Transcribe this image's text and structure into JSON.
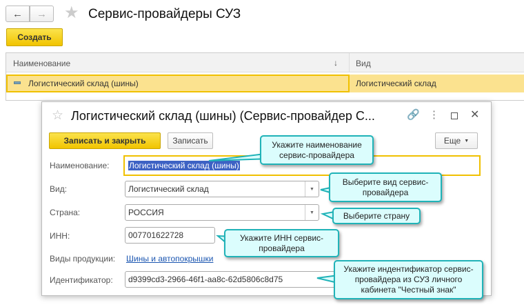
{
  "page": {
    "title": "Сервис-провайдеры СУЗ",
    "create_label": "Создать"
  },
  "table": {
    "columns": [
      "Наименование",
      "Вид"
    ],
    "sort_indicator": "↓",
    "rows": [
      {
        "name": "Логистический склад (шины)",
        "kind": "Логистический склад"
      }
    ]
  },
  "dialog": {
    "title": "Логистический склад (шины) (Сервис-провайдер С...",
    "save_close_label": "Записать и закрыть",
    "save_label": "Записать",
    "more_label": "Еще",
    "fields": {
      "name_label": "Наименование:",
      "name_value": "Логистический склад (шины)",
      "kind_label": "Вид:",
      "kind_value": "Логистический склад",
      "country_label": "Страна:",
      "country_value": "РОССИЯ",
      "inn_label": "ИНН:",
      "inn_value": "007701622728",
      "products_label": "Виды продукции:",
      "products_link": "Шины и автопокрышки",
      "id_label": "Идентификатор:",
      "id_value": "d9399cd3-2966-46f1-aa8c-62d5806c8d75"
    }
  },
  "callouts": [
    "Укажите наименование сервис-провайдера",
    "Выберите вид сервис-провайдера",
    "Выберите страну",
    "Укажите ИНН сервис-провайдера",
    "Укажите индентификатор сервис-провайдера из СУЗ личного кабинета \"Честный знак\""
  ]
}
